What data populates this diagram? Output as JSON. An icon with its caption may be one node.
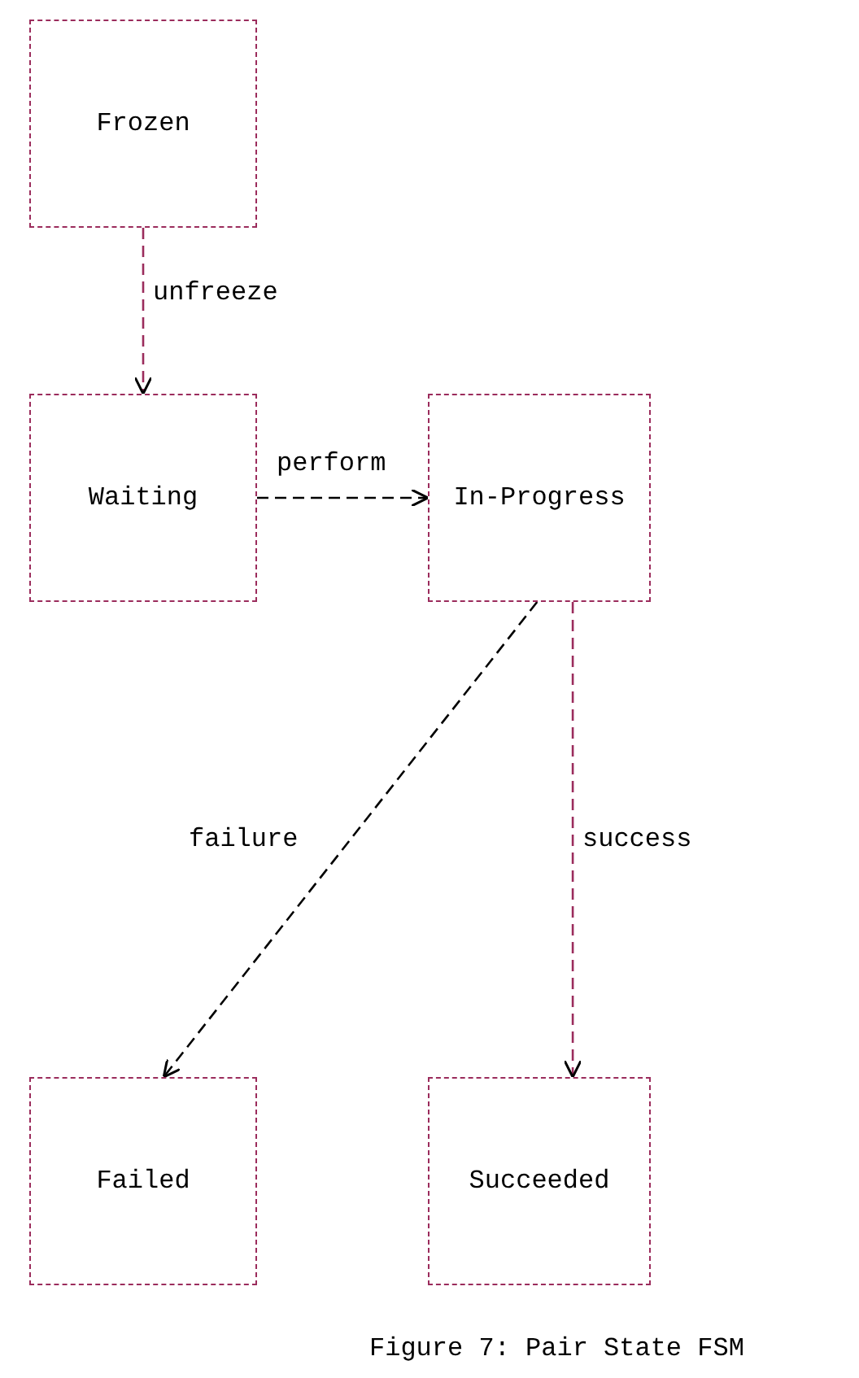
{
  "diagram": {
    "caption": "Figure 7: Pair State FSM",
    "nodes": [
      {
        "text": [
          "Frozen"
        ]
      },
      {
        "text": [
          "Waiting"
        ]
      },
      {
        "text": [
          "In-Progress"
        ]
      },
      {
        "text": [
          "Failed"
        ]
      },
      {
        "text": [
          "Succeeded"
        ]
      }
    ],
    "edges": [
      {
        "from": 0,
        "to": 1,
        "arrow": "to",
        "label": "unfreeze",
        "color": "#9b2c5c"
      },
      {
        "from": 1,
        "to": 2,
        "arrow": "to",
        "label": "perform",
        "color": "#000000"
      },
      {
        "from": 2,
        "to": 3,
        "arrow": "to",
        "label": "failure",
        "color": "#000000"
      },
      {
        "from": 2,
        "to": 4,
        "arrow": "to",
        "label": "success",
        "color": "#9b2c5c"
      }
    ]
  }
}
